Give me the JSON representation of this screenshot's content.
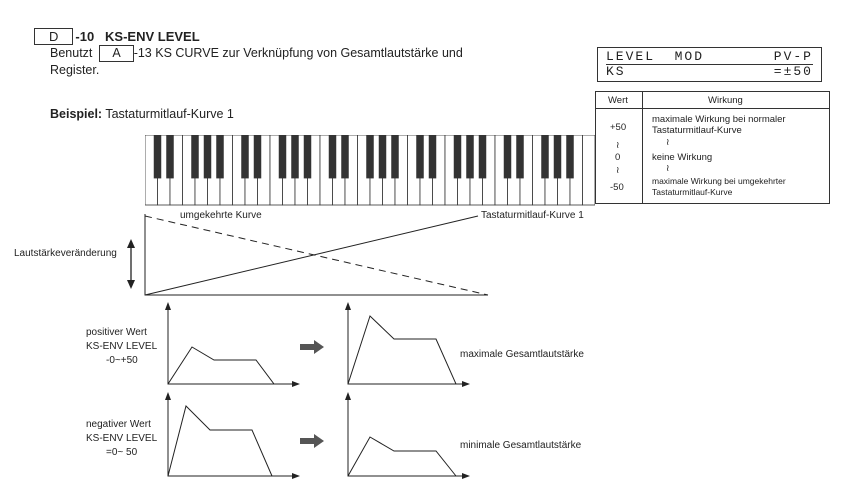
{
  "header": {
    "section_box": "D",
    "section_suffix": "-10",
    "title": "KS-ENV LEVEL"
  },
  "intro": {
    "prefix": "Benutzt",
    "ref_box": "A",
    "ref_suffix": "-13 KS CURVE zur Verknüpfung von Gesamtlautstärke und",
    "line2": "Register."
  },
  "example": {
    "label": "Beispiel:",
    "text": "Tastaturmitlauf-Kurve 1"
  },
  "lcd": {
    "row1_left": "LEVEL  MOD",
    "row1_right": "PV-P",
    "row2_left": "KS",
    "row2_right": "=±50"
  },
  "table": {
    "col1_header": "Wert",
    "col2_header": "Wirkung",
    "rows": [
      {
        "value": "+50",
        "effect_1": "maximale Wirkung bei normaler",
        "effect_2": "Tastaturmitlauf-Kurve"
      },
      {
        "value": "≀",
        "effect_1": "≀",
        "effect_2": ""
      },
      {
        "value": "0",
        "effect_1": "keine Wirkung",
        "effect_2": ""
      },
      {
        "value": "≀",
        "effect_1": "≀",
        "effect_2": ""
      },
      {
        "value": "-50",
        "effect_1": "maximale Wirkung bei umgekehrter",
        "effect_2": "Tastaturmitlauf-Kurve"
      }
    ]
  },
  "curve_diagram": {
    "reverse_label": "umgekehrte Kurve",
    "normal_label": "Tastaturmitlauf-Kurve 1",
    "y_label": "Lautstärkeveränderung"
  },
  "envelopes": {
    "positive": {
      "line1": "positiver Wert",
      "line2": "KS-ENV LEVEL",
      "line3": "-0~+50",
      "result": "maximale Gesamtlautstärke"
    },
    "negative": {
      "line1": "negativer Wert",
      "line2": "KS-ENV LEVEL",
      "line3": "=0~ 50",
      "result": "minimale Gesamtlautstärke"
    }
  },
  "icons": {
    "arrow": "right-arrow-icon",
    "keyboard": "piano-keyboard-icon"
  }
}
